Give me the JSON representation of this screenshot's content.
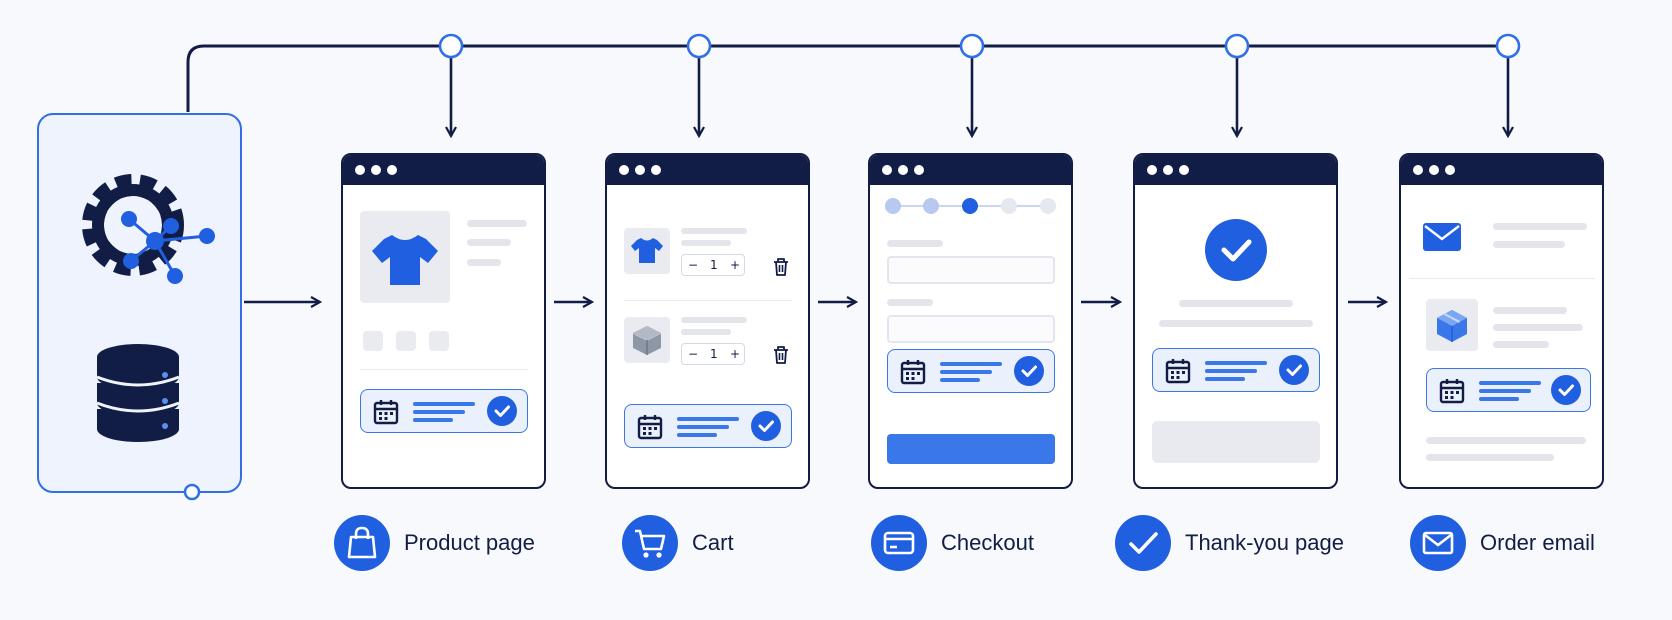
{
  "colors": {
    "navy": "#121d45",
    "accent_blue": "#1f5fe0",
    "light_blue_fill": "#eaf1fd",
    "placeholder_gray": "#e3e5ea",
    "background": "#f8f9fc"
  },
  "source_panel": {
    "icons": [
      "gear-network-icon",
      "database-icon"
    ]
  },
  "stages": [
    {
      "id": "product",
      "label": "Product page",
      "icon": "shopping-bag-icon",
      "screen_icon": "tshirt-icon"
    },
    {
      "id": "cart",
      "label": "Cart",
      "icon": "shopping-cart-icon",
      "cart_items": [
        {
          "icon": "tshirt-icon",
          "quantity": "1"
        },
        {
          "icon": "box-icon",
          "quantity": "1"
        }
      ],
      "stepper": {
        "minus": "−",
        "plus": "+"
      }
    },
    {
      "id": "checkout",
      "label": "Checkout",
      "icon": "credit-card-icon",
      "progress": {
        "steps": 5,
        "active_step": 3
      }
    },
    {
      "id": "thankyou",
      "label": "Thank-you page",
      "icon": "checkmark-icon",
      "screen_icon": "checkmark-icon"
    },
    {
      "id": "email",
      "label": "Order email",
      "icon": "envelope-icon",
      "screen_icons": [
        "envelope-icon",
        "box-icon"
      ]
    }
  ],
  "delivery_widget_icons": [
    "calendar-icon",
    "checkmark-icon"
  ]
}
